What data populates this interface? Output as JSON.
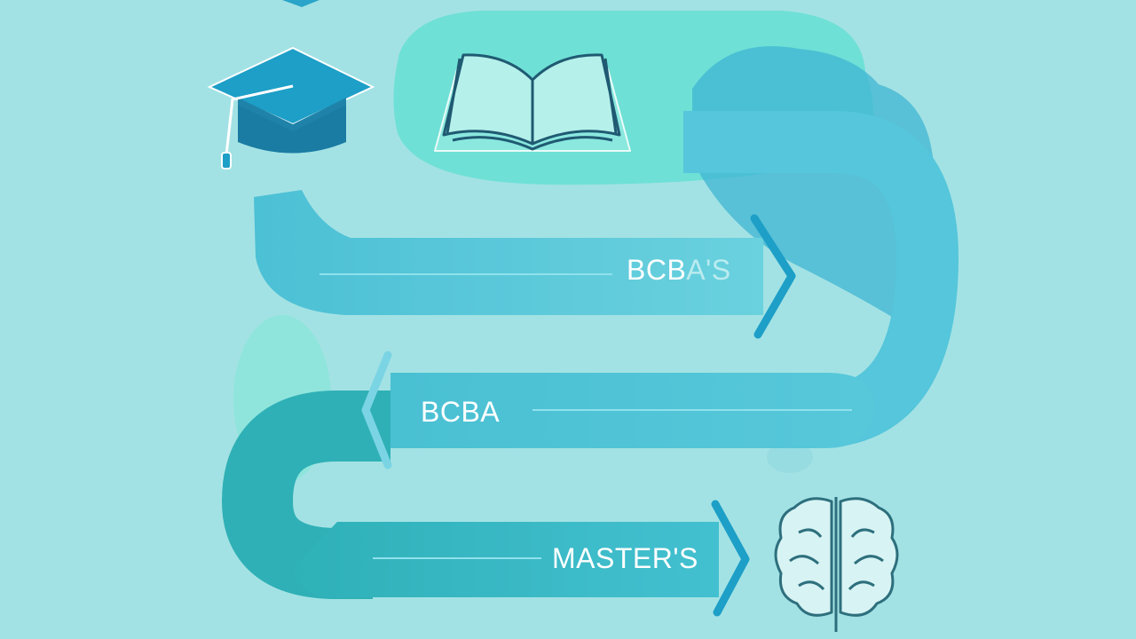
{
  "labels": {
    "top_main": "BCB",
    "top_faded": "A'S",
    "middle": "BCBA",
    "bottom": "MASTER'S"
  },
  "icons": {
    "cap": "graduation-cap-icon",
    "book": "open-book-icon",
    "brain": "brain-icon"
  },
  "colors": {
    "background": "#a3e2e4",
    "path": "#4ec3d6",
    "path_dark": "#2fb3b9",
    "teal_blob": "#6fe0d6",
    "accent_blue": "#1d9fc7",
    "outline": "#1f5a72"
  }
}
